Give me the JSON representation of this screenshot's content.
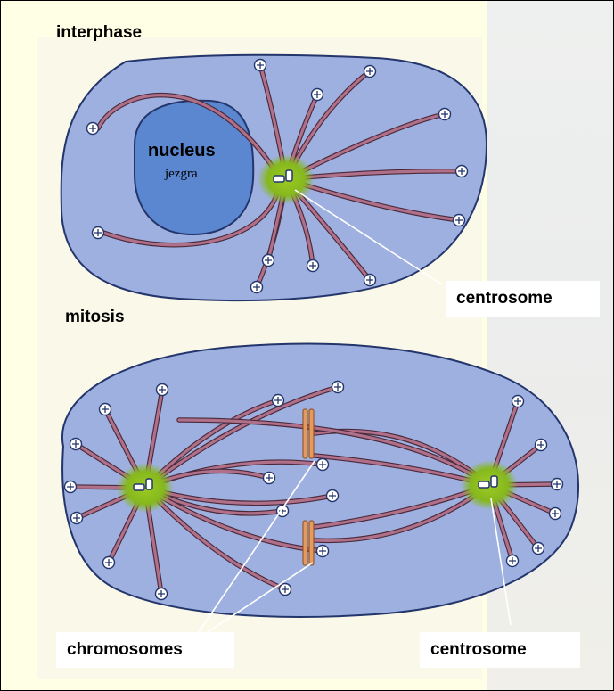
{
  "labels": {
    "interphase": "interphase",
    "mitosis": "mitosis",
    "nucleus": "nucleus",
    "nucleus_local": "jezgra",
    "centrosome_top": "centrosome",
    "chromosomes": "chromosomes",
    "centrosome_bottom": "centrosome"
  },
  "colors": {
    "cell_fill": "#9EB0E0",
    "cell_stroke": "#23356B",
    "nucleus_fill": "#5B86D0",
    "microtubule": "#B0708A",
    "centrosome_glow": "#86B81E",
    "chromosome": "#E59A5A"
  },
  "icons": {
    "plus_end": "circled-plus-icon",
    "centrosome": "centrosome-icon",
    "chromosome": "chromosome-icon"
  }
}
